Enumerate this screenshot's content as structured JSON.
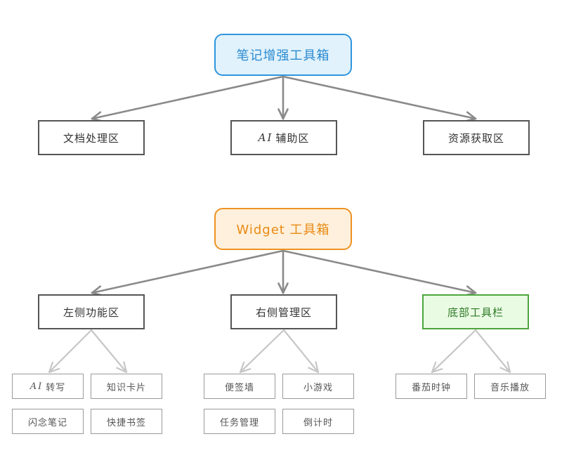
{
  "diagram": {
    "groups": [
      {
        "root": "笔记增强工具箱",
        "root_color": "#2e95dc",
        "children": [
          {
            "label": "文档处理区"
          },
          {
            "label": "AI 辅助区"
          },
          {
            "label": "资源获取区"
          }
        ]
      },
      {
        "root": "Widget 工具箱",
        "root_color": "#ef9222",
        "children": [
          {
            "label": "左侧功能区",
            "children": [
              "AI 转写",
              "知识卡片",
              "闪念笔记",
              "快捷书签"
            ]
          },
          {
            "label": "右侧管理区",
            "children": [
              "便签墙",
              "小游戏",
              "任务管理",
              "倒计时"
            ]
          },
          {
            "label": "底部工具栏",
            "highlight_color": "#4ca63d",
            "children": [
              "番茄时钟",
              "音乐播放"
            ]
          }
        ]
      }
    ]
  }
}
